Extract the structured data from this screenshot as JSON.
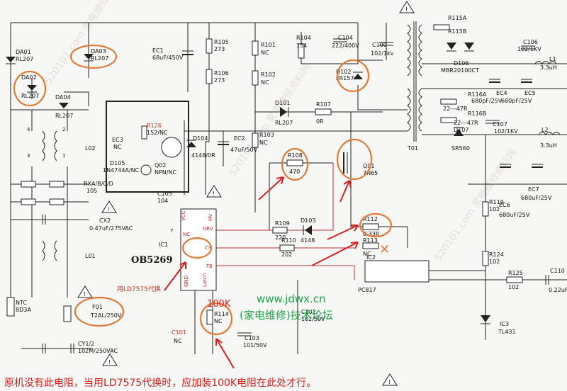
{
  "ic": {
    "name": "OB5269",
    "ref": "IC1",
    "pins": {
      "vcc": "VCC",
      "hv": "HV",
      "nc": "NC",
      "drv": "DRV",
      "cs": "CS",
      "gnd": "GND",
      "fb": "FB",
      "latch": "Latch"
    }
  },
  "components": {
    "da01": {
      "ref": "DA01",
      "val": "RL207"
    },
    "da02": {
      "ref": "DA02",
      "val": "RL207"
    },
    "da03": {
      "ref": "DA03",
      "val": "RL207"
    },
    "da04": {
      "ref": "DA04",
      "val": "RL207"
    },
    "ec1": {
      "ref": "EC1",
      "val": "68uF/450V"
    },
    "r105": {
      "ref": "R105",
      "val": "273"
    },
    "r106": {
      "ref": "R106",
      "val": "273"
    },
    "r101": {
      "ref": "R101",
      "val": "NC"
    },
    "r102": {
      "ref": "R102",
      "val": "NC"
    },
    "r103": {
      "ref": "R103",
      "val": "NC"
    },
    "r104": {
      "ref": "R104",
      "val": "154"
    },
    "c104": {
      "ref": "C104",
      "val": "222/400V"
    },
    "c100": {
      "ref": "C100",
      "val": "102/1kv"
    },
    "d102": {
      "ref": "D102",
      "val": "FR157"
    },
    "r115a": {
      "ref": "R115A"
    },
    "r115b": {
      "ref": "R115B"
    },
    "d106": {
      "ref": "D106",
      "val": "MBR20100CT"
    },
    "c106": {
      "ref": "C106",
      "val": "102/1KV"
    },
    "l1": {
      "ref": "L1",
      "val": "3.3uH"
    },
    "ec4": {
      "ref": "EC4",
      "val": "680pF/25V"
    },
    "ec5": {
      "ref": "EC5",
      "val": "680pF/25V"
    },
    "r116a": {
      "ref": "R116A",
      "val": "22---47R"
    },
    "r116b": {
      "ref": "R116B",
      "val": "22---47R"
    },
    "c107": {
      "ref": "C107",
      "val": "102/1KV"
    },
    "d107": {
      "ref": "D107",
      "val": "SR560"
    },
    "l2": {
      "ref": "L2",
      "val": "3.3uH"
    },
    "t01": {
      "ref": "T01"
    },
    "ec3": {
      "ref": "EC3",
      "val": "NC"
    },
    "r126": {
      "ref": "R126",
      "val": "152/NC"
    },
    "q02": {
      "ref": "Q02",
      "val": "NPN/NC"
    },
    "d105": {
      "ref": "D105",
      "val": "1N4744A/NC"
    },
    "c105": {
      "ref": "C105",
      "val": "104"
    },
    "d104": {
      "ref": "D104",
      "val": "4148/0R"
    },
    "ec2": {
      "ref": "EC2",
      "val": "47uF/50V"
    },
    "d101": {
      "ref": "D101",
      "val": "RL207"
    },
    "r107": {
      "ref": "R107",
      "val": "0R"
    },
    "r108": {
      "ref": "R108",
      "val": "470"
    },
    "q01": {
      "ref": "Q01",
      "val": "7N65"
    },
    "r109": {
      "ref": "R109",
      "val": "220"
    },
    "d103": {
      "ref": "D103",
      "val": "4148"
    },
    "r110": {
      "ref": "R110",
      "val": "202"
    },
    "r112": {
      "ref": "R112",
      "val": "0.33R"
    },
    "r113": {
      "ref": "R113",
      "val": "NC"
    },
    "ic2": {
      "ref": "IC2",
      "val": "PC817"
    },
    "r119": {
      "ref": "R119",
      "val": "102"
    },
    "r124": {
      "ref": "R124",
      "val": "102"
    },
    "r125": {
      "ref": "R125",
      "val": "102"
    },
    "c110": {
      "ref": "C110",
      "val": "0.22uF"
    },
    "ic3": {
      "ref": "IC3",
      "val": "TL431"
    },
    "ec6": {
      "ref": "EC6",
      "val": "680uF/25V"
    },
    "ec7": {
      "ref": "EC7",
      "val": "680uF/25V"
    },
    "c102": {
      "ref": "C102",
      "val": "102/50V"
    },
    "c103": {
      "ref": "C103",
      "val": "101/50V"
    },
    "r114": {
      "ref": "R114",
      "val": "NC"
    },
    "c101": {
      "ref": "C101",
      "val": "NC"
    },
    "l02": {
      "ref": "L02"
    },
    "rxab": {
      "ref": "RXA/B/C/D",
      "val": "105"
    },
    "cx2": {
      "ref": "CX2",
      "val": "0.47uF/275VAC"
    },
    "l01": {
      "ref": "L01"
    },
    "ntc": {
      "ref": "NTC",
      "val": "8D3A"
    },
    "f01": {
      "ref": "F01",
      "val": "T2AL/250V"
    },
    "cy": {
      "ref": "CY1/2",
      "val": "102M/250VAC"
    }
  },
  "annotations": {
    "replace_note": "用LD7575代换",
    "res_100k": "100K",
    "site_url": "www.jdwx.cn",
    "site_name": "(家电维修)技术论坛",
    "footer": "原机没有此电阻，当用LD7575代换时，应加装100K电阻在此处才行。"
  },
  "watermark": "520101.com 家电维修资料网",
  "colors": {
    "highlight_circle": "#e07b39",
    "arrow_red": "#d62020",
    "forum_green": "#1ea34a"
  }
}
